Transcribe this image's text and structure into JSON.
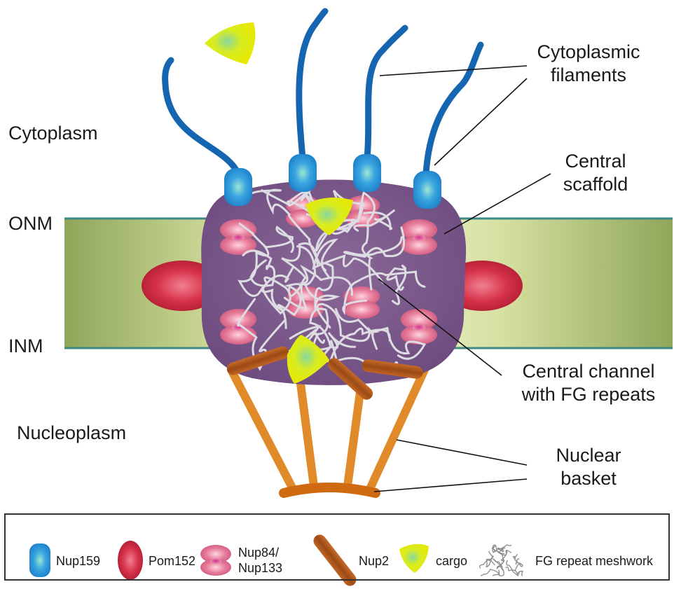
{
  "regions": {
    "cytoplasm": "Cytoplasm",
    "onm": "ONM",
    "inm": "INM",
    "nucleoplasm": "Nucleoplasm"
  },
  "callouts": {
    "cytoplasmic_filaments": [
      "Cytoplasmic",
      "filaments"
    ],
    "central_scaffold": [
      "Central",
      "scaffold"
    ],
    "central_channel": [
      "Central channel",
      "with FG repeats"
    ],
    "nuclear_basket": [
      "Nuclear",
      "basket"
    ]
  },
  "legend": {
    "nup159": "Nup159",
    "pom152": "Pom152",
    "nup84": [
      "Nup84/",
      "Nup133"
    ],
    "nup2": "Nup2",
    "cargo": "cargo",
    "fg_meshwork": "FG repeat meshwork"
  },
  "colors": {
    "membrane_dark": "#8fa65a",
    "membrane_light": "#f2f4d6",
    "membrane_line": "#3d8a86",
    "scaffold": "#7c5a8a",
    "nup159": "#1e8fd6",
    "filament": "#1565b0",
    "pom152": "#c8283c",
    "nup84": "#e06a8e",
    "basket": "#e08a2a",
    "nup2": "#a8501a",
    "cargo": "#e6e600",
    "fg": "#d8d8dc"
  }
}
